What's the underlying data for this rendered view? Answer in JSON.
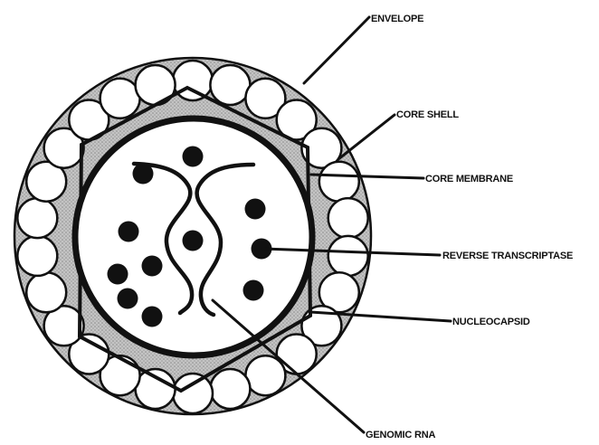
{
  "labels": {
    "envelope": "ENVELOPE",
    "core_shell": "CORE SHELL",
    "core_membrane": "CORE MEMBRANE",
    "reverse_transcriptase": "REVERSE TRANSCRIPTASE",
    "nucleocapsid": "NUCLEOCAPSID",
    "genomic_rna": "GENOMIC RNA"
  },
  "colors": {
    "ink": "#111111",
    "envelope_fill": "#b9b9b9",
    "background": "#ffffff"
  }
}
